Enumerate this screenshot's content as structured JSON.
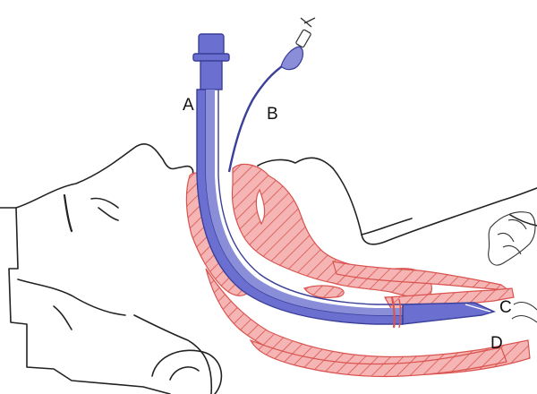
{
  "labels": {
    "a": "A",
    "b": "B",
    "c": "C",
    "d": "D"
  },
  "colors": {
    "tube": "#6b6fcf",
    "tube_dark": "#3a3f9a",
    "tissue": "#f4a3a3",
    "tissue_line": "#d9534f",
    "outline": "#222222"
  }
}
